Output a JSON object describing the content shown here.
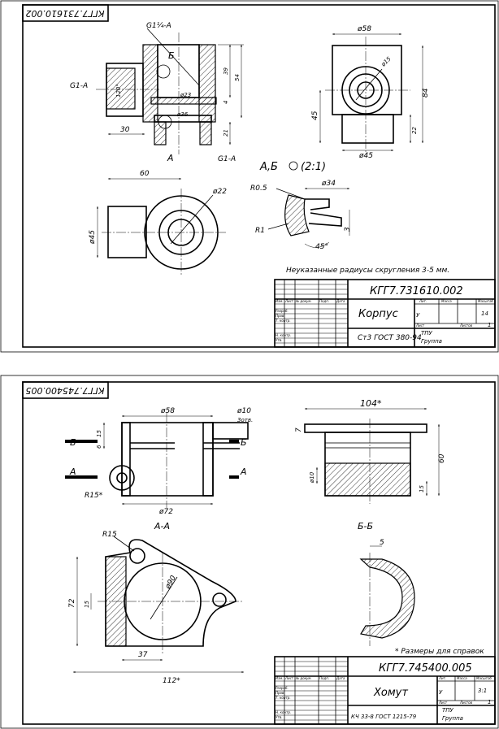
{
  "sheet1": {
    "code_stamp": "КГГ7.731610.002",
    "thread_top": "G1¼-A",
    "thread_left": "G1-A",
    "thread_right": "G1-A",
    "section_b": "Б",
    "section_a": "А",
    "angle_120": "120°",
    "d23": "ø23",
    "d36": "ø36",
    "dim_30": "30",
    "dim_39": "39",
    "dim_54": "54",
    "dim_4": "4",
    "dim_21": "21",
    "d58": "ø58",
    "d15": "ø15",
    "d45_side": "45",
    "dim_84": "84",
    "dim_22": "22",
    "d45_bottom": "ø45",
    "detail_label": "А,Б",
    "detail_scale": "(2:1)",
    "dim_60": "60",
    "d22": "ø22",
    "d45_left": "ø45",
    "r05": "R0.5",
    "d34": "ø34",
    "r1": "R1",
    "dim_3": "3",
    "angle_45": "45°",
    "note": "Неуказанные радиусы скругления  3-5 мм.",
    "title_code": "КГГ7.731610.002",
    "part_name": "Корпус",
    "material": "Ст3 ГОСТ 380-94",
    "org_line1": "ТПУ",
    "org_line2": "Группа",
    "sheet_count": "14",
    "tb_labels": [
      "Изм.",
      "Лист",
      "№ докум.",
      "Подп.",
      "Дата",
      "Разраб.",
      "Пров.",
      "Т. контр.",
      "Н. контр.",
      "Утв."
    ],
    "lit_label": "Лит.",
    "mass_label": "Масса",
    "scale_label": "Масштаб",
    "sheet_label": "Лист",
    "sheets_label": "Листов",
    "litera": "У",
    "sheets_total": "1"
  },
  "sheet2": {
    "code_stamp": "КГГ7.745400.005",
    "d58": "ø58",
    "d10": "ø10",
    "holes": "3отв.",
    "dim_15": "15",
    "dim_6": "6",
    "section_b": "Б",
    "section_a": "А",
    "r15_ref": "R15*",
    "d72": "ø72",
    "dim_104": "104*",
    "dim_7": "7",
    "dim_60": "60",
    "d10_side": "ø10",
    "dim_15_side": "15",
    "view_aa": "А-А",
    "view_bb": "Б-Б",
    "r15": "R15",
    "d90": "ø90",
    "dim_72": "72",
    "dim_15_left": "15",
    "dim_37": "37",
    "dim_112": "112*",
    "dim_5": "5",
    "ref_note": "* Размеры для справок",
    "title_code": "КГГ7.745400.005",
    "part_name": "Хомут",
    "material": "КЧ 33-8 ГОСТ 1215-79",
    "org_line1": "ТПУ",
    "org_line2": "Группа",
    "sheet_count": "3:1",
    "tb_labels": [
      "Изм.",
      "Лист",
      "№ докум.",
      "Подп.",
      "Дата",
      "Разраб.",
      "Пров.",
      "Т. контр.",
      "Н. контр.",
      "Утв."
    ],
    "lit_label": "Лит.",
    "mass_label": "Масса",
    "scale_label": "Масштаб",
    "sheet_label": "Лист",
    "sheets_label": "Листов",
    "litera": "У",
    "sheets_total": "1"
  }
}
